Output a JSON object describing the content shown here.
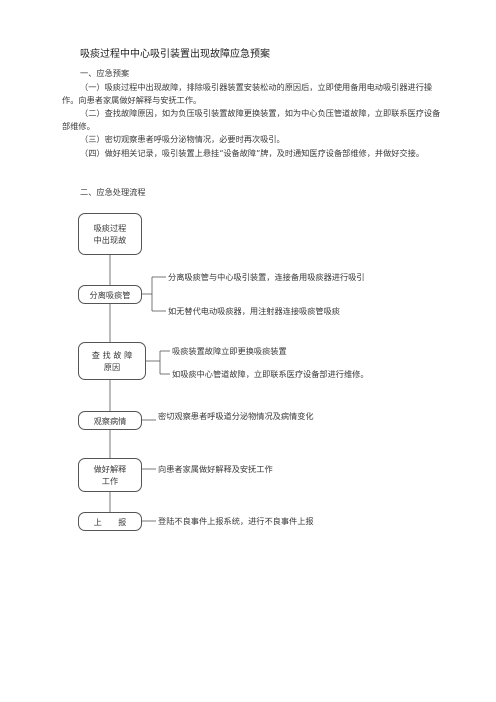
{
  "title": "吸痰过程中中心吸引装置出现故障应急预案",
  "section1": {
    "heading": "一、应急预案",
    "items": [
      "（一）吸痰过程中出现故障，排除吸引器装置安装松动的原因后，立即使用备用电动吸引器进行操作。向患者家属做好解释与安抚工作。",
      "（二）查找故障原因，如为负压吸引装置故障更换装置，如为中心负压管道故障，立即联系医疗设备部维修。",
      "（三）密切观察患者呼吸分泌物情况，必要时再次吸引。",
      "（四）做好相关记录，吸引装置上悬挂“设备故障”牌，及时通知医疗设备部维修，并做好交接。"
    ]
  },
  "section2": {
    "heading": "二、应急处理流程"
  },
  "flow": {
    "boxes": [
      "吸痰过程\n中出现故",
      "分离吸痰管",
      "查 找 故 障\n原因",
      "观察病情",
      "做好解释\n工作",
      "上　　报"
    ],
    "notes": [
      "分离吸痰管与中心吸引装置，连接备用吸痰器进行吸引",
      "如无替代电动吸痰器，用注射器连接吸痰管吸痰",
      "吸痰装置故障立即更换吸痰装置",
      "如吸痰中心管道故障，立即联系医疗设备部进行维修。",
      "密切观察患者呼吸道分泌物情况及病情变化",
      "向患者家属做好解释及安抚工作",
      "登陆不良事件上报系统，进行不良事件上报"
    ]
  }
}
